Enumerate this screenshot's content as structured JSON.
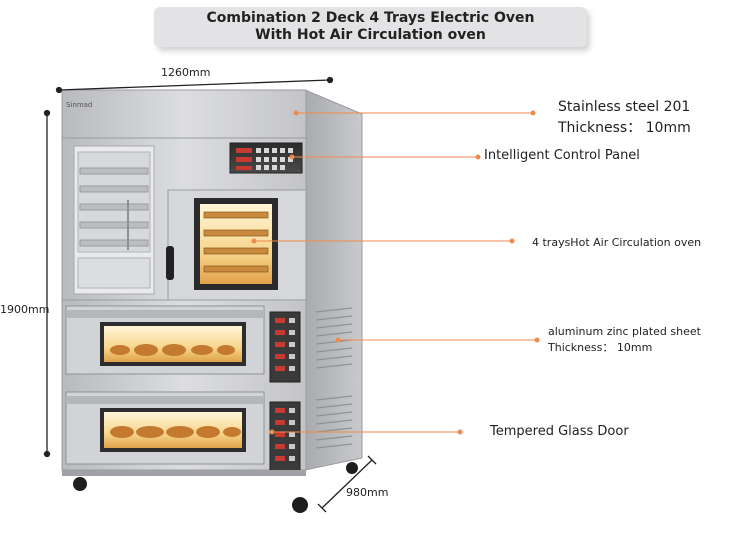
{
  "title": {
    "line1": "Combination 2 Deck 4 Trays Electric Oven",
    "line2": "With Hot Air Circulation oven"
  },
  "brand": "Sinmad",
  "dimensions": {
    "width": "1260mm",
    "height": "1900mm",
    "depth": "980mm"
  },
  "callouts": {
    "stainless": {
      "line1": "Stainless steel 201",
      "line2": "Thickness： 10mm"
    },
    "control_panel": "Intelligent Control Panel",
    "hot_air": "4 traysHot Air Circulation oven",
    "zinc": {
      "line1": "aluminum zinc plated sheet",
      "line2": "Thickness： 10mm"
    },
    "glass_door": "Tempered Glass Door"
  },
  "colors": {
    "callout_accent": "#f08a4b",
    "title_bg": "#e3e3e5",
    "steel": "#c9cacc"
  }
}
